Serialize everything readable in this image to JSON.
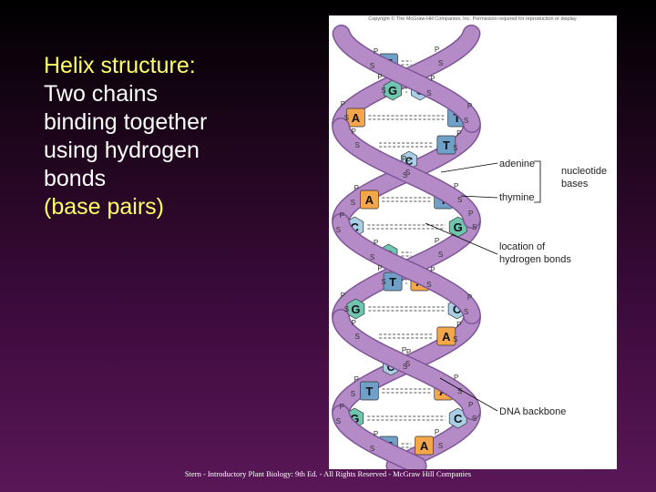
{
  "slide": {
    "lines": [
      {
        "text": "Helix structure:",
        "color": "#ffff66"
      },
      {
        "text": "Two chains",
        "color": "#ffffff"
      },
      {
        "text": "binding together",
        "color": "#ffffff"
      },
      {
        "text": "using hydrogen",
        "color": "#ffffff"
      },
      {
        "text": "bonds",
        "color": "#ffffff"
      },
      {
        "text": "(base pairs)",
        "color": "#ffff66"
      }
    ],
    "footer": "Stern - Introductory Plant Biology: 9th Ed. - All Rights Reserved - McGraw Hill Companies"
  },
  "figure": {
    "copyright": "Copyright © The McGraw-Hill Companies, Inc. Permission required for reproduction or display.",
    "labels": {
      "adenine": "adenine",
      "thymine": "thymine",
      "nucleotide_line1": "nucleotide",
      "nucleotide_line2": "bases",
      "hbond_line1": "location of",
      "hbond_line2": "hydrogen bonds",
      "backbone": "DNA backbone"
    },
    "backbone_letters": {
      "phosphate": "P",
      "sugar": "S"
    },
    "base_pairs": [
      {
        "left": "T",
        "right": ""
      },
      {
        "left": "G",
        "right": "C"
      },
      {
        "left": "A",
        "right": "T"
      },
      {
        "left": "",
        "right": "T"
      },
      {
        "left": "T",
        "right": "A"
      },
      {
        "left": "A",
        "right": "T"
      },
      {
        "left": "C",
        "right": "G"
      },
      {
        "left": "G",
        "right": ""
      },
      {
        "left": "T",
        "right": "A"
      },
      {
        "left": "G",
        "right": "C"
      },
      {
        "left": "",
        "right": "A"
      },
      {
        "left": "C",
        "right": "G"
      },
      {
        "left": "T",
        "right": "A"
      },
      {
        "left": "G",
        "right": "C"
      },
      {
        "left": "T",
        "right": "A"
      }
    ],
    "extra_bases": [
      "C",
      "C"
    ],
    "colors": {
      "A": "#f4a64a",
      "T": "#6fa0c8",
      "G": "#6fc6b0",
      "C": "#a9cfe6",
      "backbone": "#b48bc6",
      "backbone_dark": "#7d5697"
    }
  }
}
